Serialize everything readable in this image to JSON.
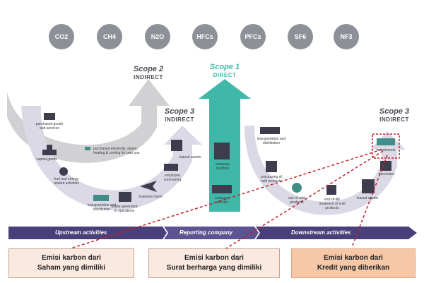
{
  "gases": [
    "CO2",
    "CH4",
    "N2O",
    "HFCs",
    "PFCs",
    "SF6",
    "NF3"
  ],
  "scopes": {
    "scope2": {
      "title": "Scope 2",
      "subtitle": "INDIRECT"
    },
    "scope1": {
      "title": "Scope 1",
      "subtitle": "DIRECT"
    },
    "scope3_upstream": {
      "title": "Scope 3",
      "subtitle": "INDIRECT"
    },
    "scope3_downstream": {
      "title": "Scope 3",
      "subtitle": "INDIRECT"
    }
  },
  "upstream_items": {
    "purchased_goods": "purchased goods and services",
    "capital_goods": "capital goods",
    "fuel_energy": "fuel and energy related activities",
    "transportation": "transportation and distribution",
    "waste": "waste generated in operations",
    "business_travel": "business travel",
    "employee_commuting": "employee commuting",
    "leased_assets": "leased assets",
    "purchased_electricity": "purchased electricity, steam, heating & cooling for own use"
  },
  "company_items": {
    "facilities": "company facilities",
    "vehicles": "company vehicles"
  },
  "downstream_items": {
    "transportation": "transportation and distribution",
    "processing": "processing of sold products",
    "use_of_sold": "use of sold products",
    "end_of_life": "end-of-life treatment of sold products",
    "leased_assets": "leased assets",
    "franchises": "franchises",
    "investments": "investments"
  },
  "band": {
    "upstream": "Upstream activities",
    "reporting": "Reporting company",
    "downstream": "Downstream activities"
  },
  "boxes": [
    {
      "line1": "Emisi karbon dari",
      "line2": "Saham yang dimiliki"
    },
    {
      "line1": "Emisi karbon  dari",
      "line2": "Surat berharga yang dimiliki"
    },
    {
      "line1": "Emisi karbon dari",
      "line2": "Kredit yang diberikan"
    }
  ],
  "colors": {
    "gas": "#8e9097",
    "scope1": "#3fb8a9",
    "band_dark": "#4a3f78",
    "band_mid": "#5c5490",
    "upstream_arrow": "#dcd9e6",
    "downstream_arrow": "#dcd9e6",
    "scope2_arrow": "#c9c9cc",
    "icon_dark": "#3d3d4e",
    "icon_teal": "#3f8f88",
    "box_fill": "#fbe9df",
    "box_highlight": "#f6c8a8",
    "dashed": "#c0222a"
  }
}
